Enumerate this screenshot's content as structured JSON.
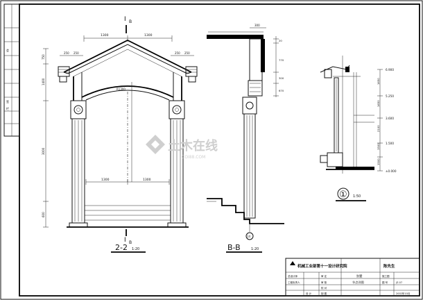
{
  "views": {
    "section_22": {
      "label": "2-2",
      "scale": "1:20",
      "cut_mark_top": "Ⅰ",
      "cut_mark_top_letter": "B",
      "cut_mark_bottom": "Ⅰ",
      "cut_mark_bottom_letter": "B"
    },
    "section_bb": {
      "label": "B-B",
      "scale": "1:20",
      "bubble": "14"
    },
    "detail_1": {
      "label": "①",
      "scale": "1:50"
    }
  },
  "dimensions": {
    "top_left": "1300",
    "top_right": "1300",
    "roof_left_a": "250",
    "roof_left_b": "250",
    "roof_right_a": "250",
    "roof_right_b": "250",
    "left_top": "750",
    "left_mid": "1400",
    "left_main": "3000",
    "left_base": "600",
    "bottom_left": "1300",
    "bottom_right": "1300",
    "arch": "R1300",
    "bb_top": "300",
    "bb_right_a": "20",
    "bb_right_b": "770",
    "bb_right_c": "300",
    "bb_right_d": "670"
  },
  "elevations": [
    "6.900",
    "5.250",
    "3.600",
    "1.500",
    "±0.000"
  ],
  "detail_dims": [
    "1650",
    "1650",
    "2100",
    "1500",
    "1500"
  ],
  "title_block": {
    "institute": "机械工业部第十一设计研究院",
    "client": "陈先生",
    "project": "别墅",
    "drawing_name": "节点详图",
    "stage": "施工图",
    "drawing_no_label": "图 号",
    "drawing_no": "JZ-07",
    "row_labels": [
      "总设计师",
      "工程负责人"
    ],
    "col_labels": [
      "审 定",
      "审 核",
      "校 对",
      "设 计",
      "制 图"
    ],
    "date": "2002年10月"
  },
  "side_strip": {
    "labels": [
      "会",
      "签",
      "栏"
    ]
  },
  "watermark": {
    "brand": "土木在线",
    "site": "COI88.COM"
  }
}
